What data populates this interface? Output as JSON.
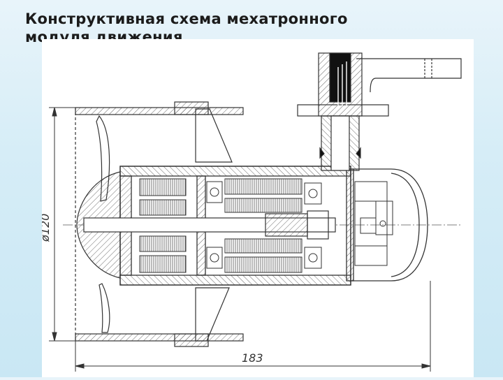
{
  "slide": {
    "title_line1": "Конструктивная схема мехатронного",
    "title_line2": "модуля движения"
  },
  "drawing": {
    "dimension_diameter": "ø120",
    "dimension_length": "183"
  },
  "colors": {
    "background": "#d6edf7",
    "line": "#333333",
    "paper": "#ffffff"
  }
}
